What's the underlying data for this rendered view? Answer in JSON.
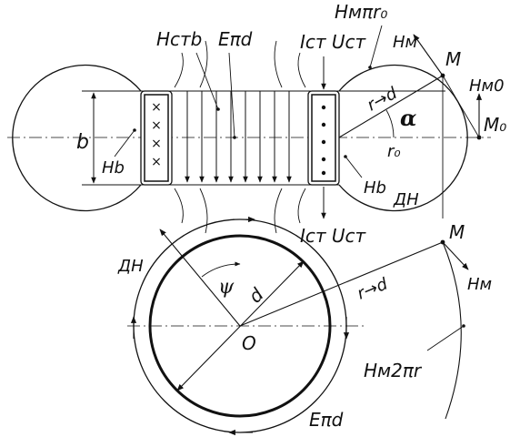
{
  "labels": {
    "hm_pi_r0": "Hмπr₀",
    "hm_top": "Hм",
    "m_top": "M",
    "hm0": "Hм0",
    "m0": "M₀",
    "alpha": "α",
    "r0": "r₀",
    "r_to_d_top": "r→d",
    "hct_b": "Hстb",
    "e_pi_d_top": "Eπd",
    "ict_uct_top": "Iст Uст",
    "b": "b",
    "hb_left": "Hb",
    "hb_right": "Hb",
    "dn_right": "ДH",
    "ict_uct_bottom": "Iст Uст",
    "m_bottom": "M",
    "hm_bottom": "Hм",
    "dn_left": "ДH",
    "psi": "ψ",
    "d": "d",
    "r_to_d_bottom": "r→d",
    "o": "O",
    "hm_2pi_r": "Hм2πr",
    "e_pi_d_bottom": "Eπd",
    "cross_mark": "×",
    "dot_mark": "•"
  }
}
